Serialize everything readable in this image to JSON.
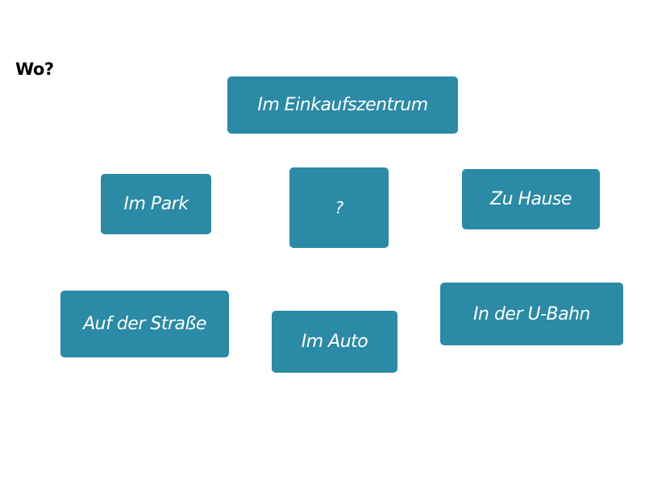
{
  "question": "Wo?",
  "center": "?",
  "places": {
    "mall": "Im Einkaufszentrum",
    "park": "Im Park",
    "home": "Zu Hause",
    "street": "Auf der Straße",
    "car": "Im Auto",
    "ubahn": "In der U-Bahn"
  },
  "colors": {
    "box": "#2b8aa6",
    "box_text": "#ffffff",
    "question_text": "#000000",
    "background": "#ffffff"
  }
}
